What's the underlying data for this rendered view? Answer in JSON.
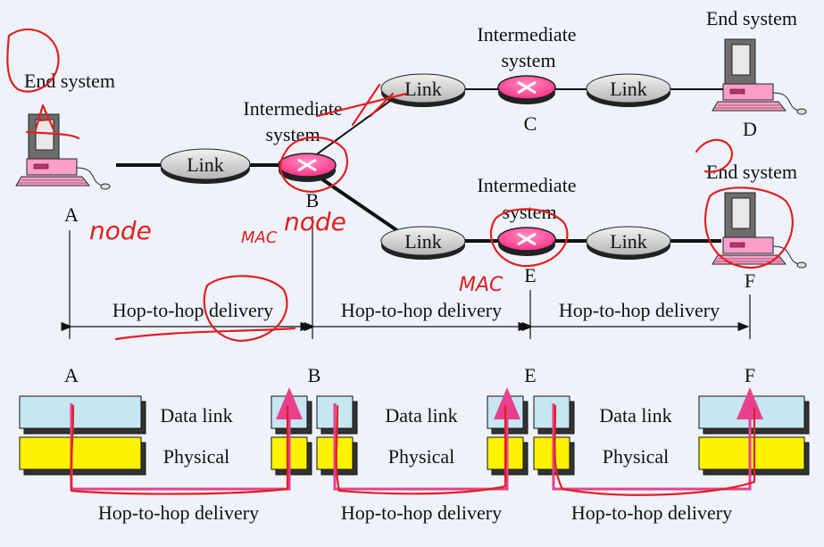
{
  "nodes": {
    "A": {
      "label": "End system",
      "letter": "A"
    },
    "B": {
      "label_line1": "Intermediate",
      "label_line2": "system",
      "letter": "B"
    },
    "C": {
      "label_line1": "Intermediate",
      "label_line2": "system",
      "letter": "C"
    },
    "D": {
      "label": "End system",
      "letter": "D"
    },
    "E": {
      "label_line1": "Intermediate",
      "label_line2": "system",
      "letter": "E"
    },
    "F": {
      "label": "End system",
      "letter": "F"
    }
  },
  "link_label": "Link",
  "hop_label": "Hop-to-hop delivery",
  "layers": {
    "data_link": "Data link",
    "physical": "Physical",
    "letters": [
      "A",
      "B",
      "E",
      "F"
    ]
  },
  "handwriting": {
    "node_a": "node",
    "node_b": "node",
    "mac_b": "MAC",
    "mac_e": "MAC"
  },
  "colors": {
    "data_link": "#c6e6f2",
    "physical": "#fff200",
    "router": "#ff3f90",
    "link_oval": "#cccccc",
    "delivery_path": "#e8408c",
    "annotation": "#e02020"
  }
}
